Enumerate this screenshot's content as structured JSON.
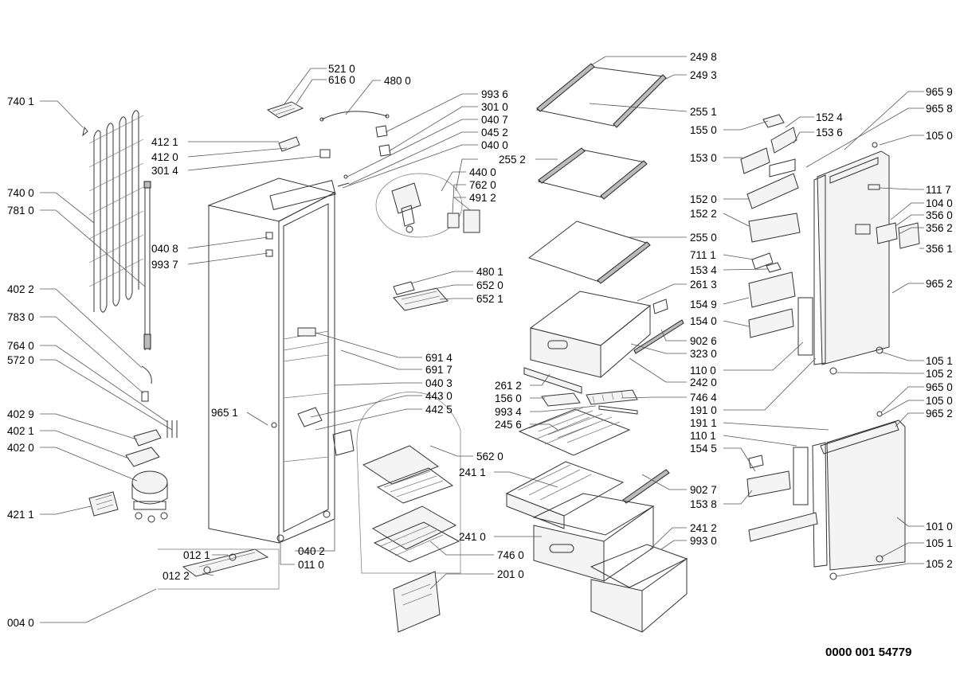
{
  "document_code": "0000 001 54779",
  "labels": {
    "l7401": "740 1",
    "l7400": "740 0",
    "l7810": "781 0",
    "l4022": "402 2",
    "l7830": "783 0",
    "l7640": "764 0",
    "l5720": "572 0",
    "l4029": "402 9",
    "l4021": "402 1",
    "l4020": "402 0",
    "l4211": "421 1",
    "l0040": "004 0",
    "l0121": "012 1",
    "l0122": "012 2",
    "l5210": "521 0",
    "l6160": "616 0",
    "l4800": "480 0",
    "l4121": "412 1",
    "l4120": "412 0",
    "l3014": "301 4",
    "l9936": "993 6",
    "l3010": "301 0",
    "l0407": "040 7",
    "l0452": "045 2",
    "l0400": "040 0",
    "l2552": "255 2",
    "l4400": "440 0",
    "l7620": "762 0",
    "l4912": "491 2",
    "l0408": "040 8",
    "l9937": "993 7",
    "l4801": "480 1",
    "l6520": "652 0",
    "l6521": "652 1",
    "l6914": "691 4",
    "l6917": "691 7",
    "l0403": "040 3",
    "l4430": "443 0",
    "l4425": "442 5",
    "l9651a": "965 1",
    "l5620": "562 0",
    "l2411": "241 1",
    "l2410": "241 0",
    "l7460": "746 0",
    "l2010": "201 0",
    "l0402": "040 2",
    "l0110": "011 0",
    "l2498": "249 8",
    "l2493": "249 3",
    "l2551": "255 1",
    "l2550": "255 0",
    "l2613": "261 3",
    "l9026": "902 6",
    "l3230": "323 0",
    "l2420": "242 0",
    "l2612": "261 2",
    "l1560": "156 0",
    "l7464": "746 4",
    "l9934": "993 4",
    "l2456": "245 6",
    "l9027": "902 7",
    "l2412": "241 2",
    "l9930": "993 0",
    "l1524": "152 4",
    "l1550": "155 0",
    "l1536": "153 6",
    "l1530": "153 0",
    "l1520": "152 0",
    "l1522": "152 2",
    "l7111": "711 1",
    "l1534": "153 4",
    "l1549": "154 9",
    "l1540": "154 0",
    "l1545": "154 5",
    "l1538": "153 8",
    "l1101a": "110 1",
    "l9659": "965 9",
    "l9658": "965 8",
    "l1050a": "105 0",
    "l1117": "111 7",
    "l1040": "104 0",
    "l3560": "356 0",
    "l3562": "356 2",
    "l3561": "356 1",
    "l9652a": "965 2",
    "l1051a": "105 1",
    "l1052a": "105 2",
    "l1100": "110 0",
    "l1910": "191 0",
    "l9650": "965 0",
    "l1050b": "105 0",
    "l9652b": "965 2",
    "l1911": "191 1",
    "l1010": "101 0",
    "l1051b": "105 1",
    "l1052b": "105 2"
  }
}
